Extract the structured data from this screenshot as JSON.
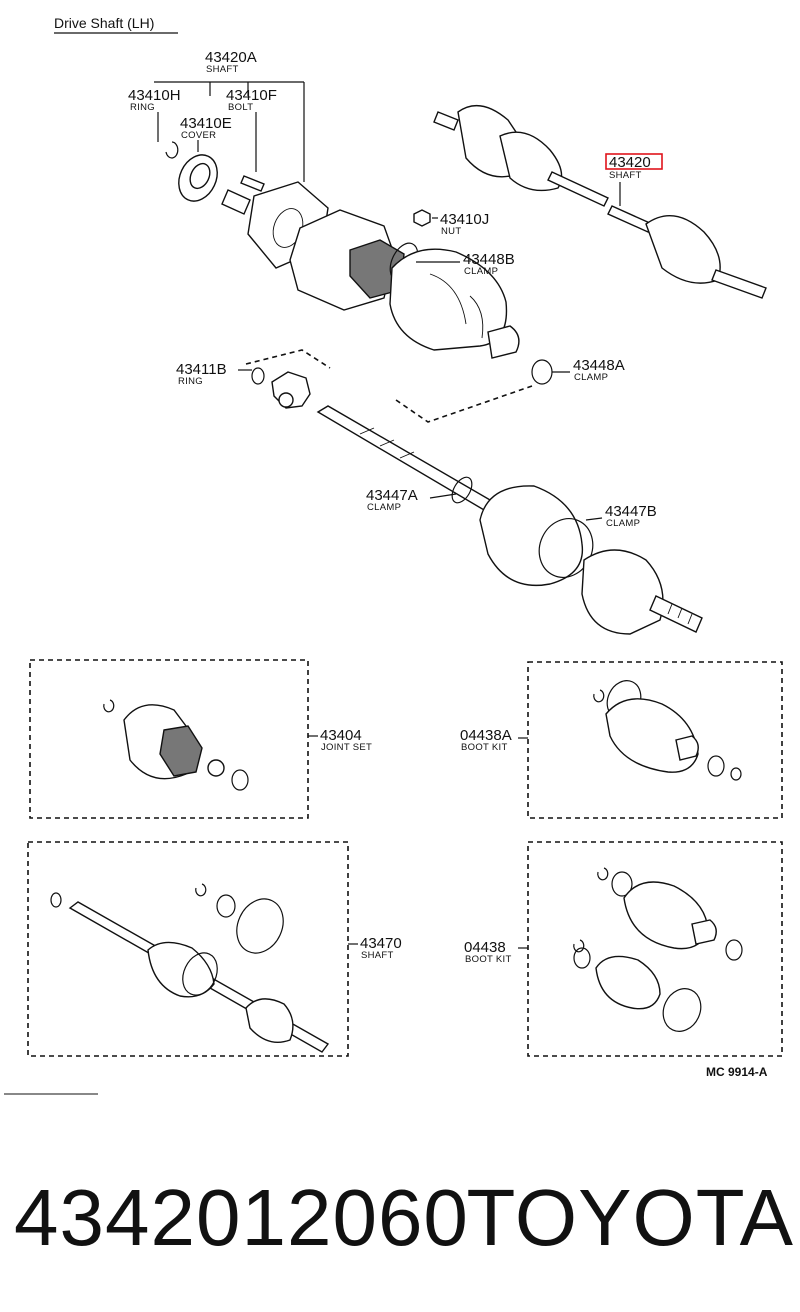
{
  "title": "Drive Shaft (LH)",
  "code": "MC 9914-A",
  "part_number": "4342012060",
  "brand": "TOYOTA",
  "highlight_color": "#e0141c",
  "callouts": {
    "shaft_a": {
      "num": "43420A",
      "sub": "SHAFT"
    },
    "ring_h": {
      "num": "43410H",
      "sub": "RING"
    },
    "bolt_f": {
      "num": "43410F",
      "sub": "BOLT"
    },
    "cover_e": {
      "num": "43410E",
      "sub": "COVER"
    },
    "nut_j": {
      "num": "43410J",
      "sub": "NUT"
    },
    "clamp_448b": {
      "num": "43448B",
      "sub": "CLAMP"
    },
    "clamp_448a": {
      "num": "43448A",
      "sub": "CLAMP"
    },
    "ring_b": {
      "num": "43411B",
      "sub": "RING"
    },
    "clamp_447a": {
      "num": "43447A",
      "sub": "CLAMP"
    },
    "clamp_447b": {
      "num": "43447B",
      "sub": "CLAMP"
    },
    "shaft_main": {
      "num": "43420",
      "sub": "SHAFT"
    },
    "joint_set": {
      "num": "43404",
      "sub": "JOINT SET"
    },
    "boot_kit_a": {
      "num": "04438A",
      "sub": "BOOT KIT"
    },
    "shaft_470": {
      "num": "43470",
      "sub": "SHAFT"
    },
    "boot_kit": {
      "num": "04438",
      "sub": "BOOT KIT"
    }
  }
}
